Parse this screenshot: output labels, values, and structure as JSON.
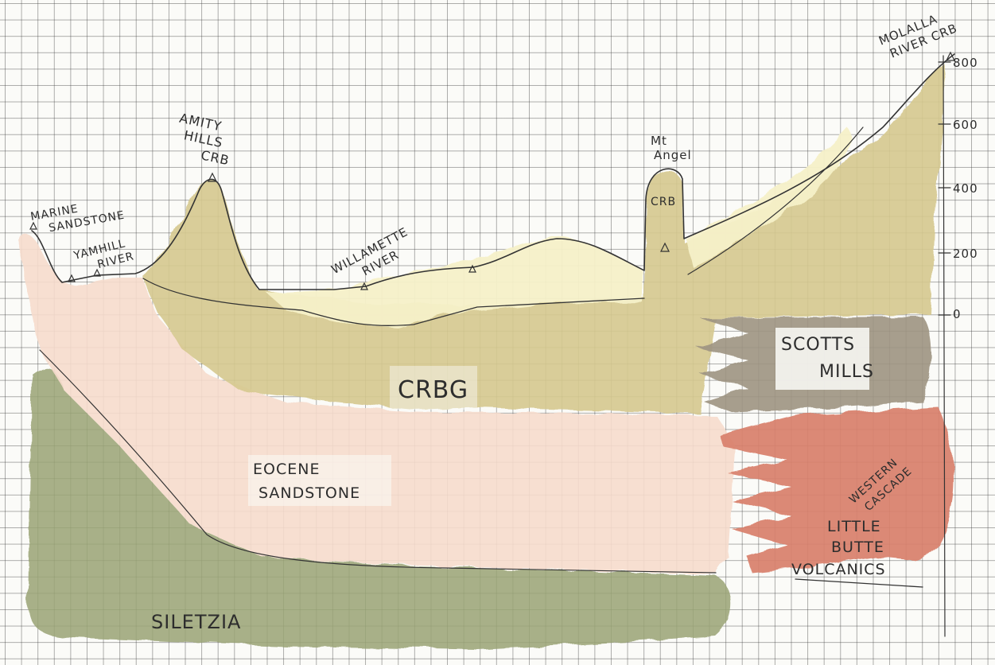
{
  "colors": {
    "paper": "#fbfbf8",
    "grid": "#5a5a5a",
    "crbg": "#d6c98f",
    "alluvium": "#f6f1c9",
    "eocene_sandstone": "#f7dccd",
    "siletzia": "#9aa474",
    "scotts_mills": "#9e9482",
    "western_cascade": "#d9806c",
    "ink": "#2d2d2d"
  },
  "labels": {
    "molalla_line1": "MOLALLA",
    "molalla_line2": "RIVER CRB",
    "amity_line1": "AMITY",
    "amity_line2": "HILLS",
    "amity_line3": "CRB",
    "marine_line1": "MARINE",
    "marine_line2": "SANDSTONE",
    "yamhill_line1": "YAMHILL",
    "yamhill_line2": "RIVER",
    "willamette_line1": "WILLAMETTE",
    "willamette_line2": "RIVER",
    "mt_angel_line1": "Mt",
    "mt_angel_line2": "Angel",
    "mt_angel_crb": "CRB",
    "crbg": "CRBG",
    "scotts_line1": "SCOTTS",
    "scotts_line2": "MILLS",
    "eocene_line1": "EOCENE",
    "eocene_line2": "SANDSTONE",
    "western_line1": "WESTERN",
    "western_line2": "CASCADE",
    "little_line1": "LITTLE",
    "little_line2": "BUTTE",
    "little_line3": "VOLCANICS",
    "siletzia": "SILETZIA"
  },
  "scale": {
    "ticks": [
      "800",
      "600",
      "400",
      "200",
      "0"
    ]
  }
}
